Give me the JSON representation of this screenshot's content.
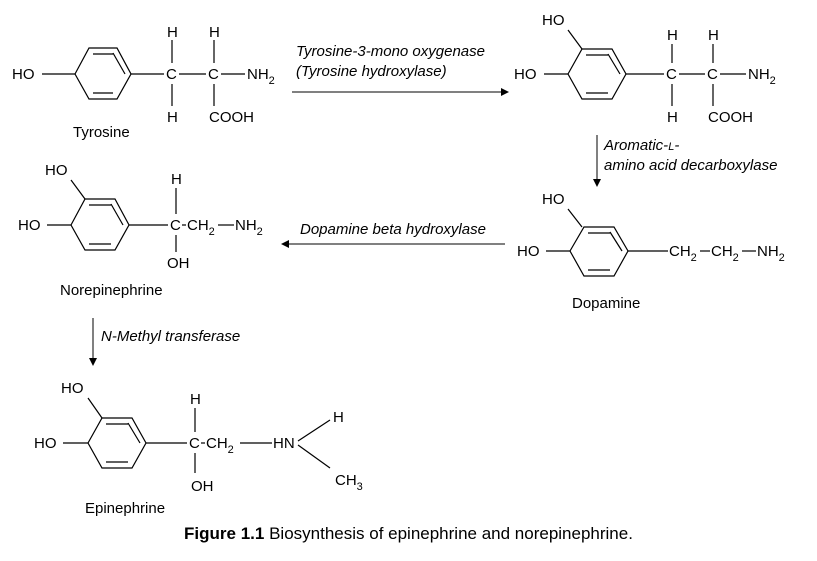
{
  "compounds": {
    "tyrosine": {
      "name": "Tyrosine",
      "ho": "HO",
      "h_top_1": "H",
      "h_top_2": "H",
      "h_bottom_1": "H",
      "c1": "C",
      "c2": "C",
      "nh": "NH",
      "nh_sub": "2",
      "cooh": "COOH"
    },
    "dopa": {
      "ho_top": "HO",
      "ho_left": "HO",
      "h_top_1": "H",
      "h_top_2": "H",
      "h_bottom_1": "H",
      "c1": "C",
      "c2": "C",
      "nh": "NH",
      "nh_sub": "2",
      "cooh": "COOH"
    },
    "dopamine": {
      "name": "Dopamine",
      "ho_top": "HO",
      "ho_left": "HO",
      "ch_1": "CH",
      "sub_1": "2",
      "ch_2": "CH",
      "sub_2": "2",
      "nh": "NH",
      "nh_sub": "2"
    },
    "norepinephrine": {
      "name": "Norepinephrine",
      "ho_top": "HO",
      "ho_left": "HO",
      "h_top": "H",
      "c": "C",
      "ch": "CH",
      "ch_sub": "2",
      "nh": "NH",
      "nh_sub": "2",
      "oh": "OH"
    },
    "epinephrine": {
      "name": "Epinephrine",
      "ho_top": "HO",
      "ho_left": "HO",
      "h_top": "H",
      "c": "C",
      "ch": "CH",
      "ch_sub": "2",
      "hn": "HN",
      "h_branch": "H",
      "ch3": "CH",
      "ch3_sub": "3",
      "oh": "OH"
    }
  },
  "enzymes": {
    "tyrosine_hydroxylase_line1": "Tyrosine-3-mono oxygenase",
    "tyrosine_hydroxylase_line2": "(Tyrosine hydroxylase)",
    "decarboxylase_line1_a": "Aromatic-",
    "decarboxylase_line1_b": "L",
    "decarboxylase_line1_c": "-",
    "decarboxylase_line2": "amino acid decarboxylase",
    "dopamine_beta_hydroxylase": "Dopamine beta hydroxylase",
    "n_methyl_transferase": "N-Methyl transferase"
  },
  "caption": {
    "label": "Figure 1.1",
    "text": "Biosynthesis of epinephrine and norepinephrine."
  }
}
